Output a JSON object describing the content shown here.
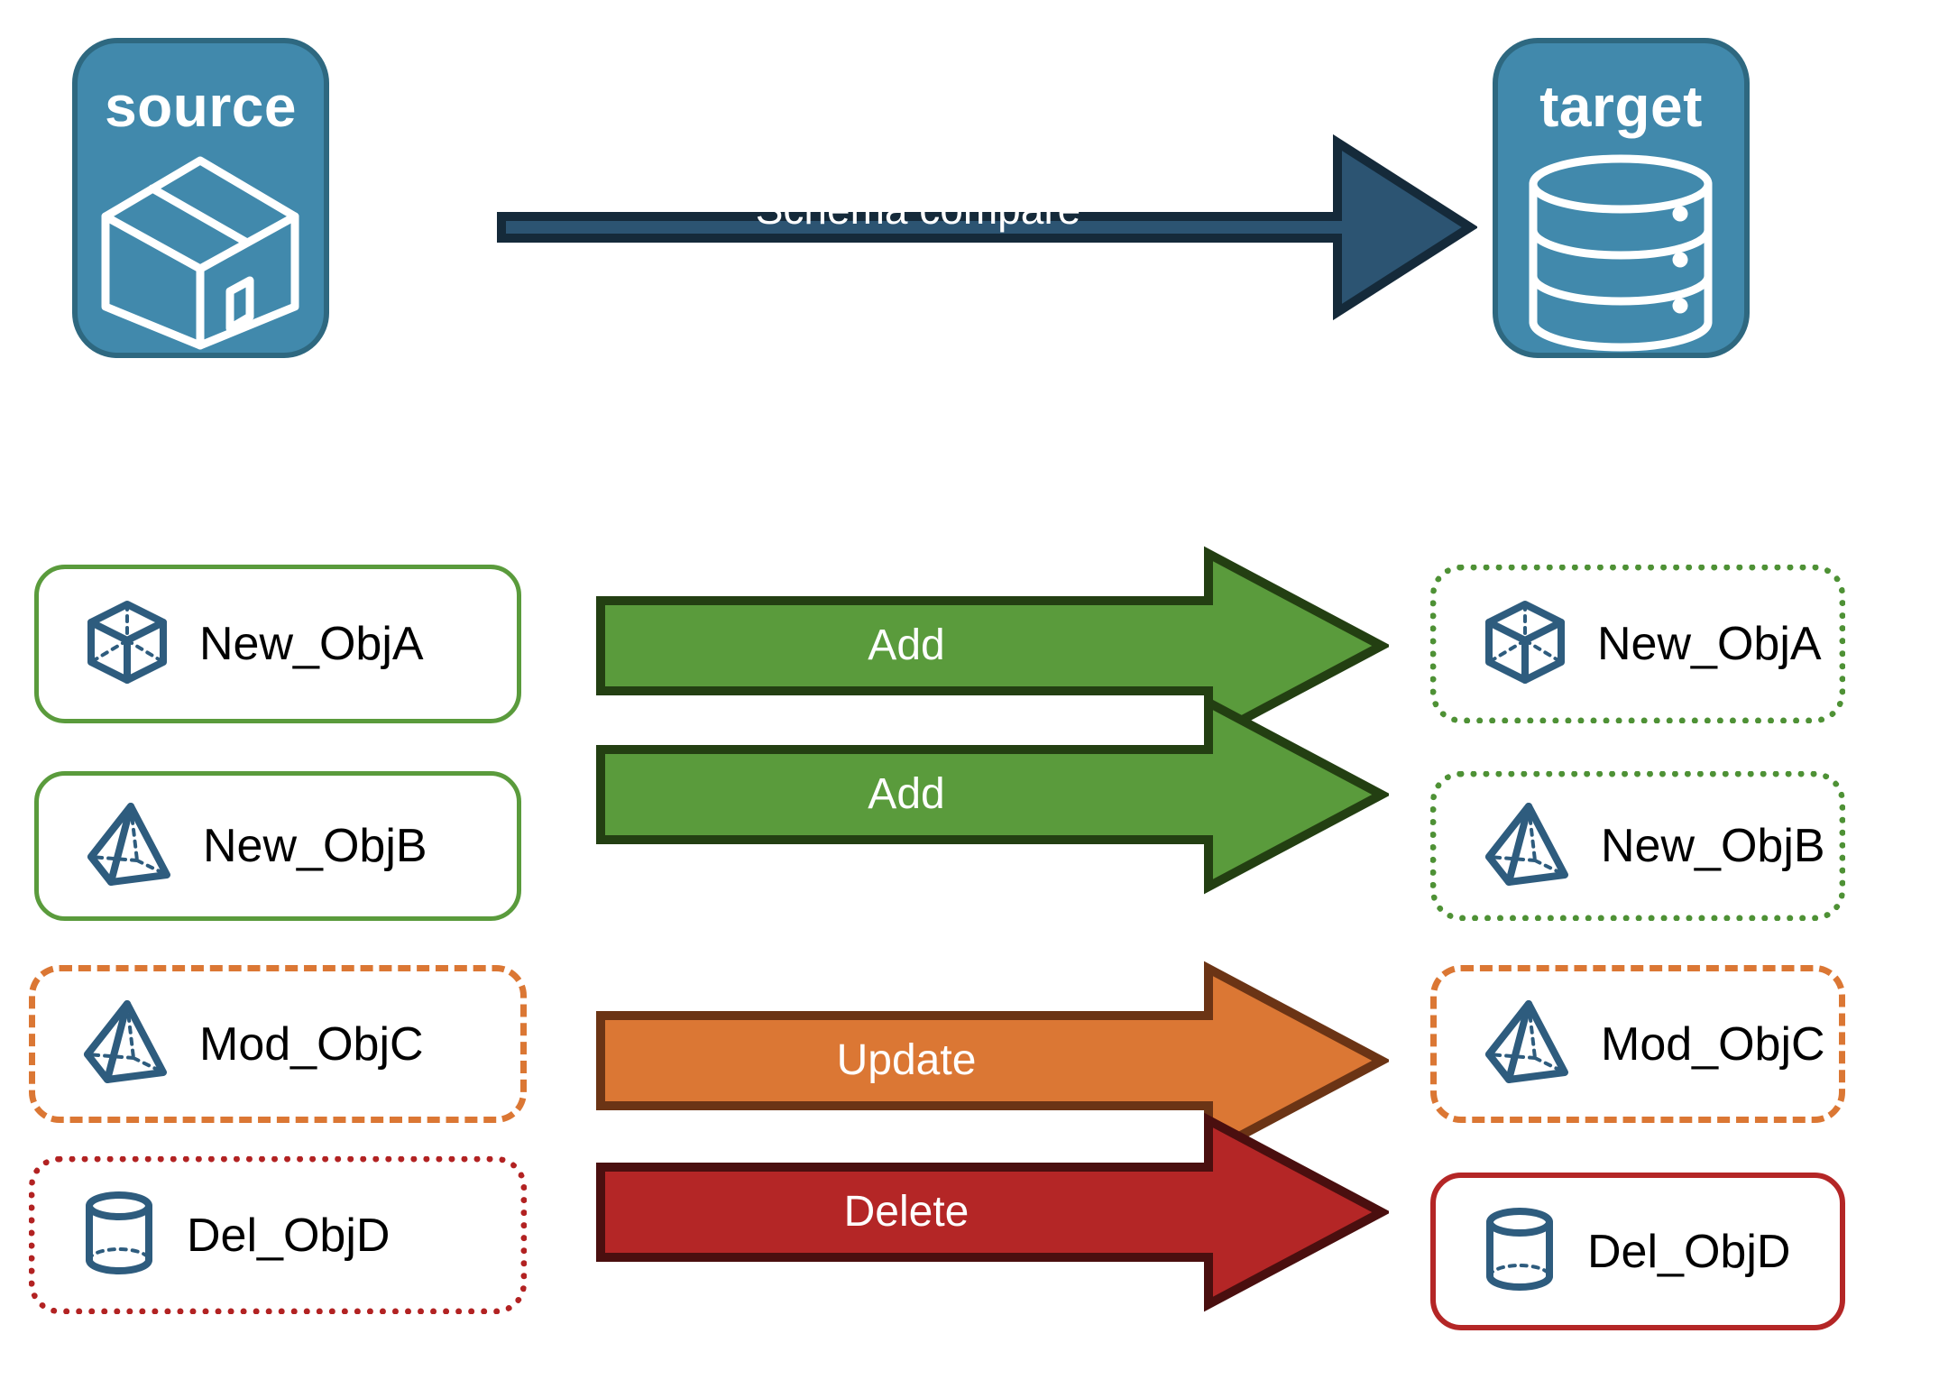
{
  "diagram": {
    "title_source": "source",
    "title_target": "target",
    "compare_arrow_label": "Schema compare"
  },
  "colors": {
    "endpoint_fill": "#4189AC",
    "endpoint_border": "#2E6880",
    "compare_fill": "#2C5472",
    "compare_border": "#152A3A",
    "add_fill": "#5A9B3C",
    "add_border": "#233F12",
    "update_fill": "#DB7734",
    "update_border": "#6B3415",
    "delete_fill": "#B42626",
    "delete_border": "#4A0F0F",
    "icon_blue": "#2E5C7E",
    "text_black": "#000000",
    "text_white": "#FFFFFF"
  },
  "source_objects": [
    {
      "label": "New_ObjA",
      "icon": "cube-icon",
      "state": "added"
    },
    {
      "label": "New_ObjB",
      "icon": "pyramid-icon",
      "state": "added"
    },
    {
      "label": "Mod_ObjC",
      "icon": "pyramid-icon",
      "state": "modified"
    },
    {
      "label": "Del_ObjD",
      "icon": "cylinder-icon",
      "state": "deleted"
    }
  ],
  "target_objects": [
    {
      "label": "New_ObjA",
      "icon": "cube-icon",
      "state": "added"
    },
    {
      "label": "New_ObjB",
      "icon": "pyramid-icon",
      "state": "added"
    },
    {
      "label": "Mod_ObjC",
      "icon": "pyramid-icon",
      "state": "modified"
    },
    {
      "label": "Del_ObjD",
      "icon": "cylinder-icon",
      "state": "deleted"
    }
  ],
  "actions": [
    {
      "label": "Add",
      "color": "#5A9B3C"
    },
    {
      "label": "Add",
      "color": "#5A9B3C"
    },
    {
      "label": "Update",
      "color": "#DB7734"
    },
    {
      "label": "Delete",
      "color": "#B42626"
    }
  ]
}
